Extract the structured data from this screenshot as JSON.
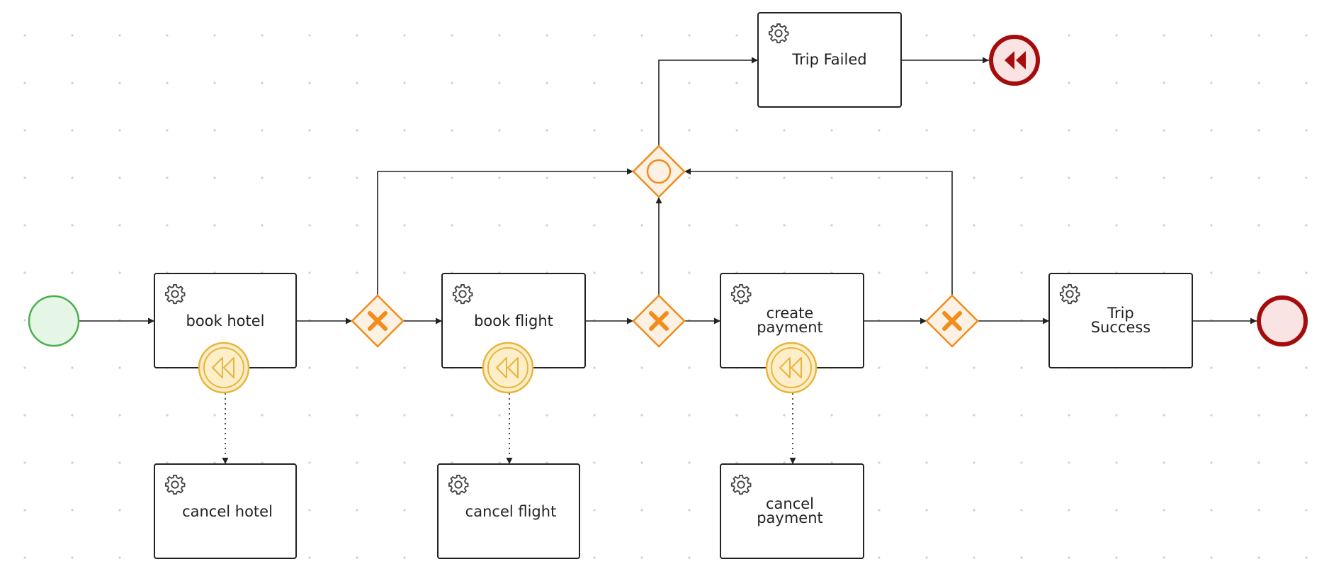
{
  "diagram": {
    "colors": {
      "task_stroke": "#222222",
      "flow": "#222222",
      "gateway": "#f28c1a",
      "gateway_fill": "#fdf1e4",
      "start_stroke": "#4cae4c",
      "start_fill": "#e6f6e6",
      "end_stroke": "#a50d0d",
      "end_fill": "#f9e3e3",
      "compensation": "#eab43b",
      "compensation_fill": "#fbeec8",
      "grid_dot": "#d0d0d0"
    },
    "tasks": {
      "book_hotel": [
        "book hotel"
      ],
      "book_flight": [
        "book flight"
      ],
      "create_payment": [
        "create",
        "payment"
      ],
      "trip_success": [
        "Trip",
        "Success"
      ],
      "trip_failed": [
        "Trip Failed"
      ],
      "cancel_hotel": [
        "cancel hotel"
      ],
      "cancel_flight": [
        "cancel flight"
      ],
      "cancel_payment": [
        "cancel",
        "payment"
      ]
    },
    "task_type_icon": "gear-icon",
    "boundary_event_icon": "compensation-rewind-icon",
    "gateway_icons": {
      "exclusive": "x-icon",
      "inclusive": "circle-icon"
    }
  }
}
